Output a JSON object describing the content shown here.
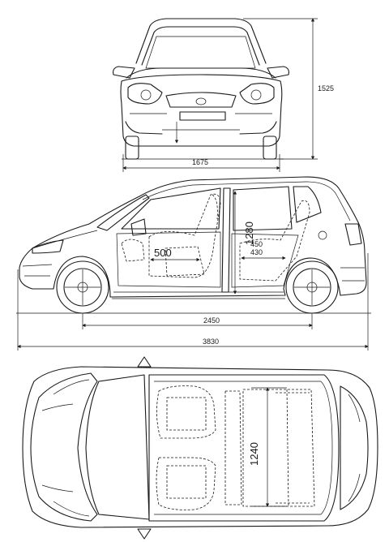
{
  "views": {
    "front": {
      "height_label": "1525",
      "width_label": "1675"
    },
    "side": {
      "wheelbase_label": "2450",
      "length_label": "3830",
      "interior_height_label": "1280",
      "seat_label": "500",
      "legroom_upper_label": "450",
      "legroom_lower_label": "430"
    },
    "top": {
      "interior_width_label": "1240"
    }
  }
}
